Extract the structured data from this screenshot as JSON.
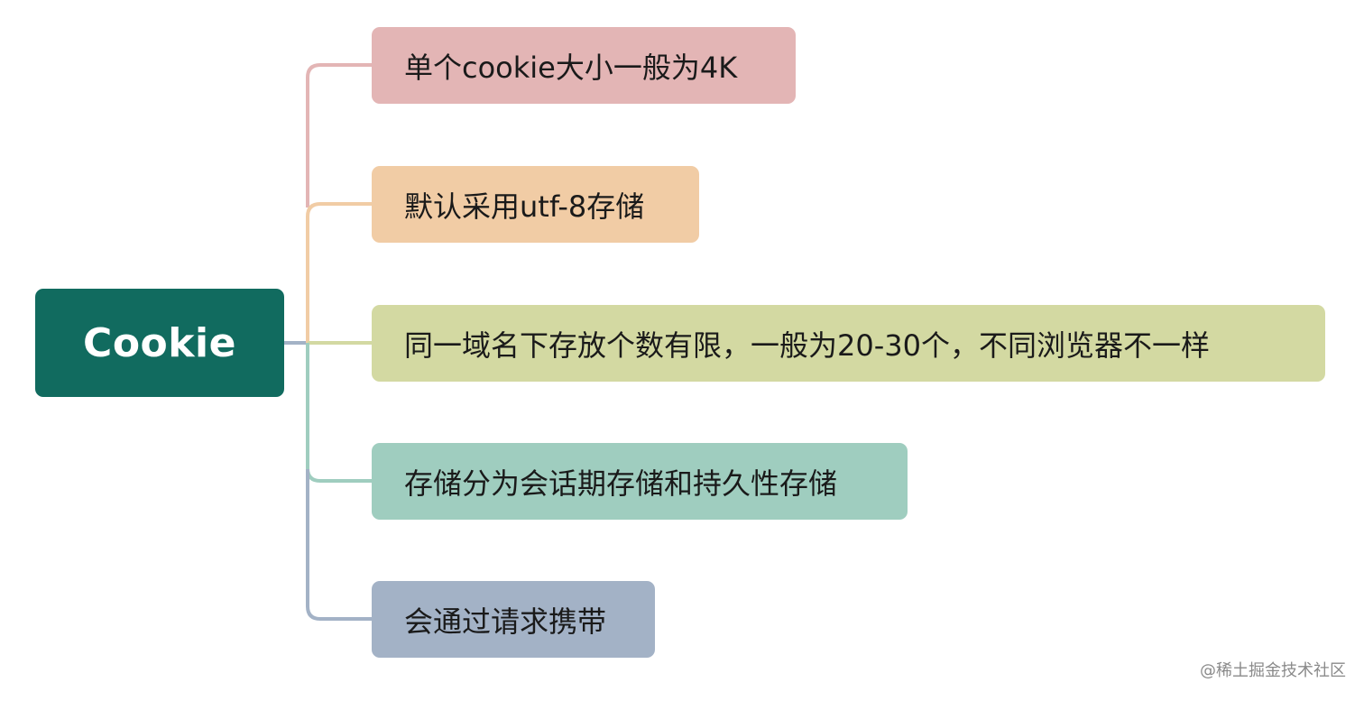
{
  "mindmap": {
    "root": {
      "label": "Cookie",
      "color": "#116b5f"
    },
    "branches": [
      {
        "label": "单个cookie大小一般为4K",
        "color": "#e3b5b5"
      },
      {
        "label": "默认采用utf-8存储",
        "color": "#f1cca5"
      },
      {
        "label": "同一域名下存放个数有限，一般为20-30个，不同浏览器不一样",
        "color": "#d3d9a2"
      },
      {
        "label": "存储分为会话期存储和持久性存储",
        "color": "#9fcdbf"
      },
      {
        "label": "会通过请求携带",
        "color": "#a3b2c6"
      }
    ]
  },
  "watermark": {
    "text": "@稀土掘金技术社区"
  }
}
